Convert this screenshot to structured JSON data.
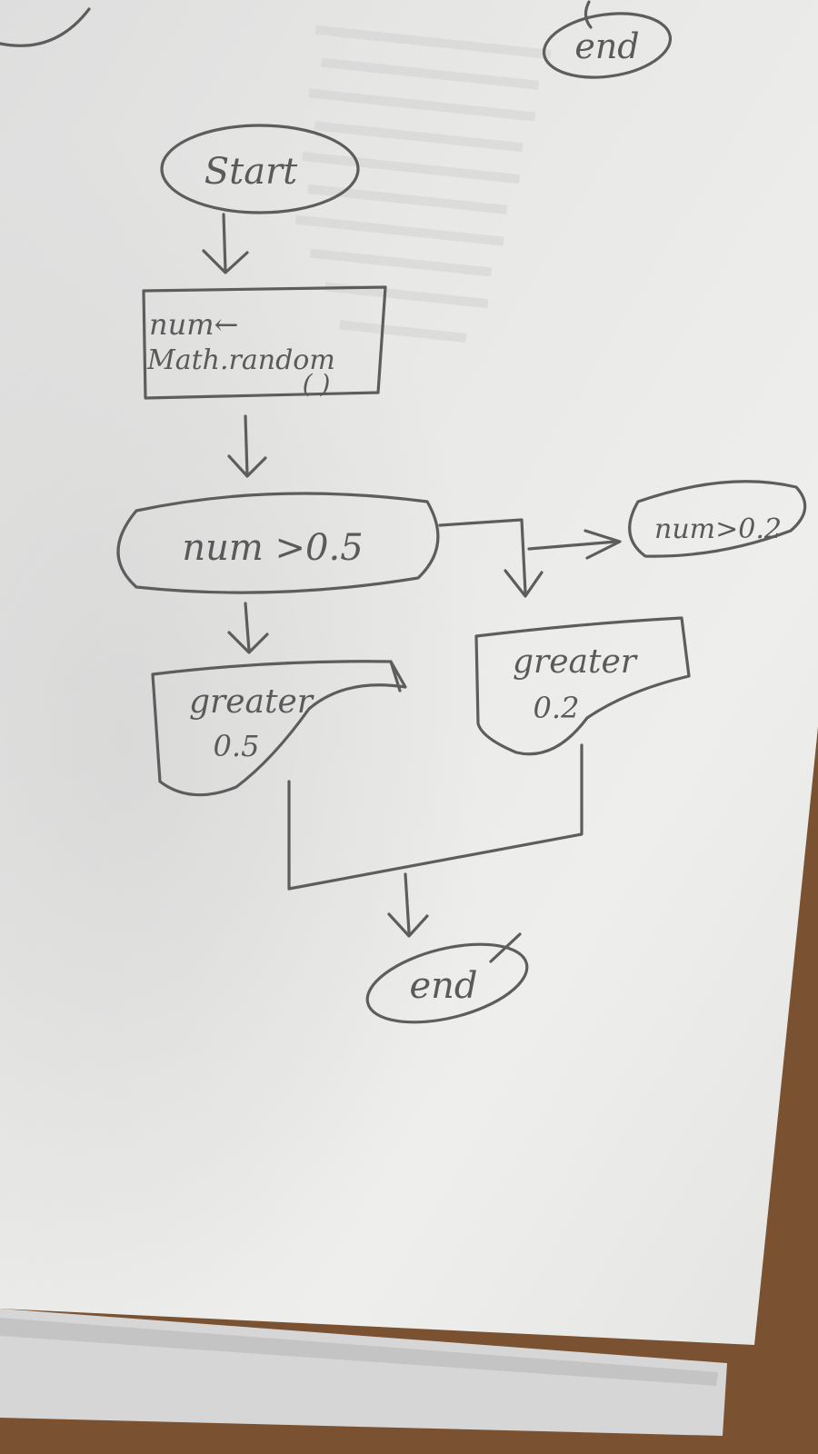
{
  "diagram": {
    "top_corner": {
      "end_label": "end"
    },
    "nodes": {
      "start": "Start",
      "assign_line1": "num←",
      "assign_line2": "Math.random",
      "assign_line3": "( )",
      "decision": "num >0.5",
      "side_decision": "num>0.2",
      "out_left_line1": "greater",
      "out_left_line2": "0.5",
      "out_right_line1": "greater",
      "out_right_line2": "0.2",
      "end": "end"
    }
  },
  "colors": {
    "ink": "#5d5d5d",
    "paper": "#e9e9e7",
    "desk": "#7a5232"
  }
}
